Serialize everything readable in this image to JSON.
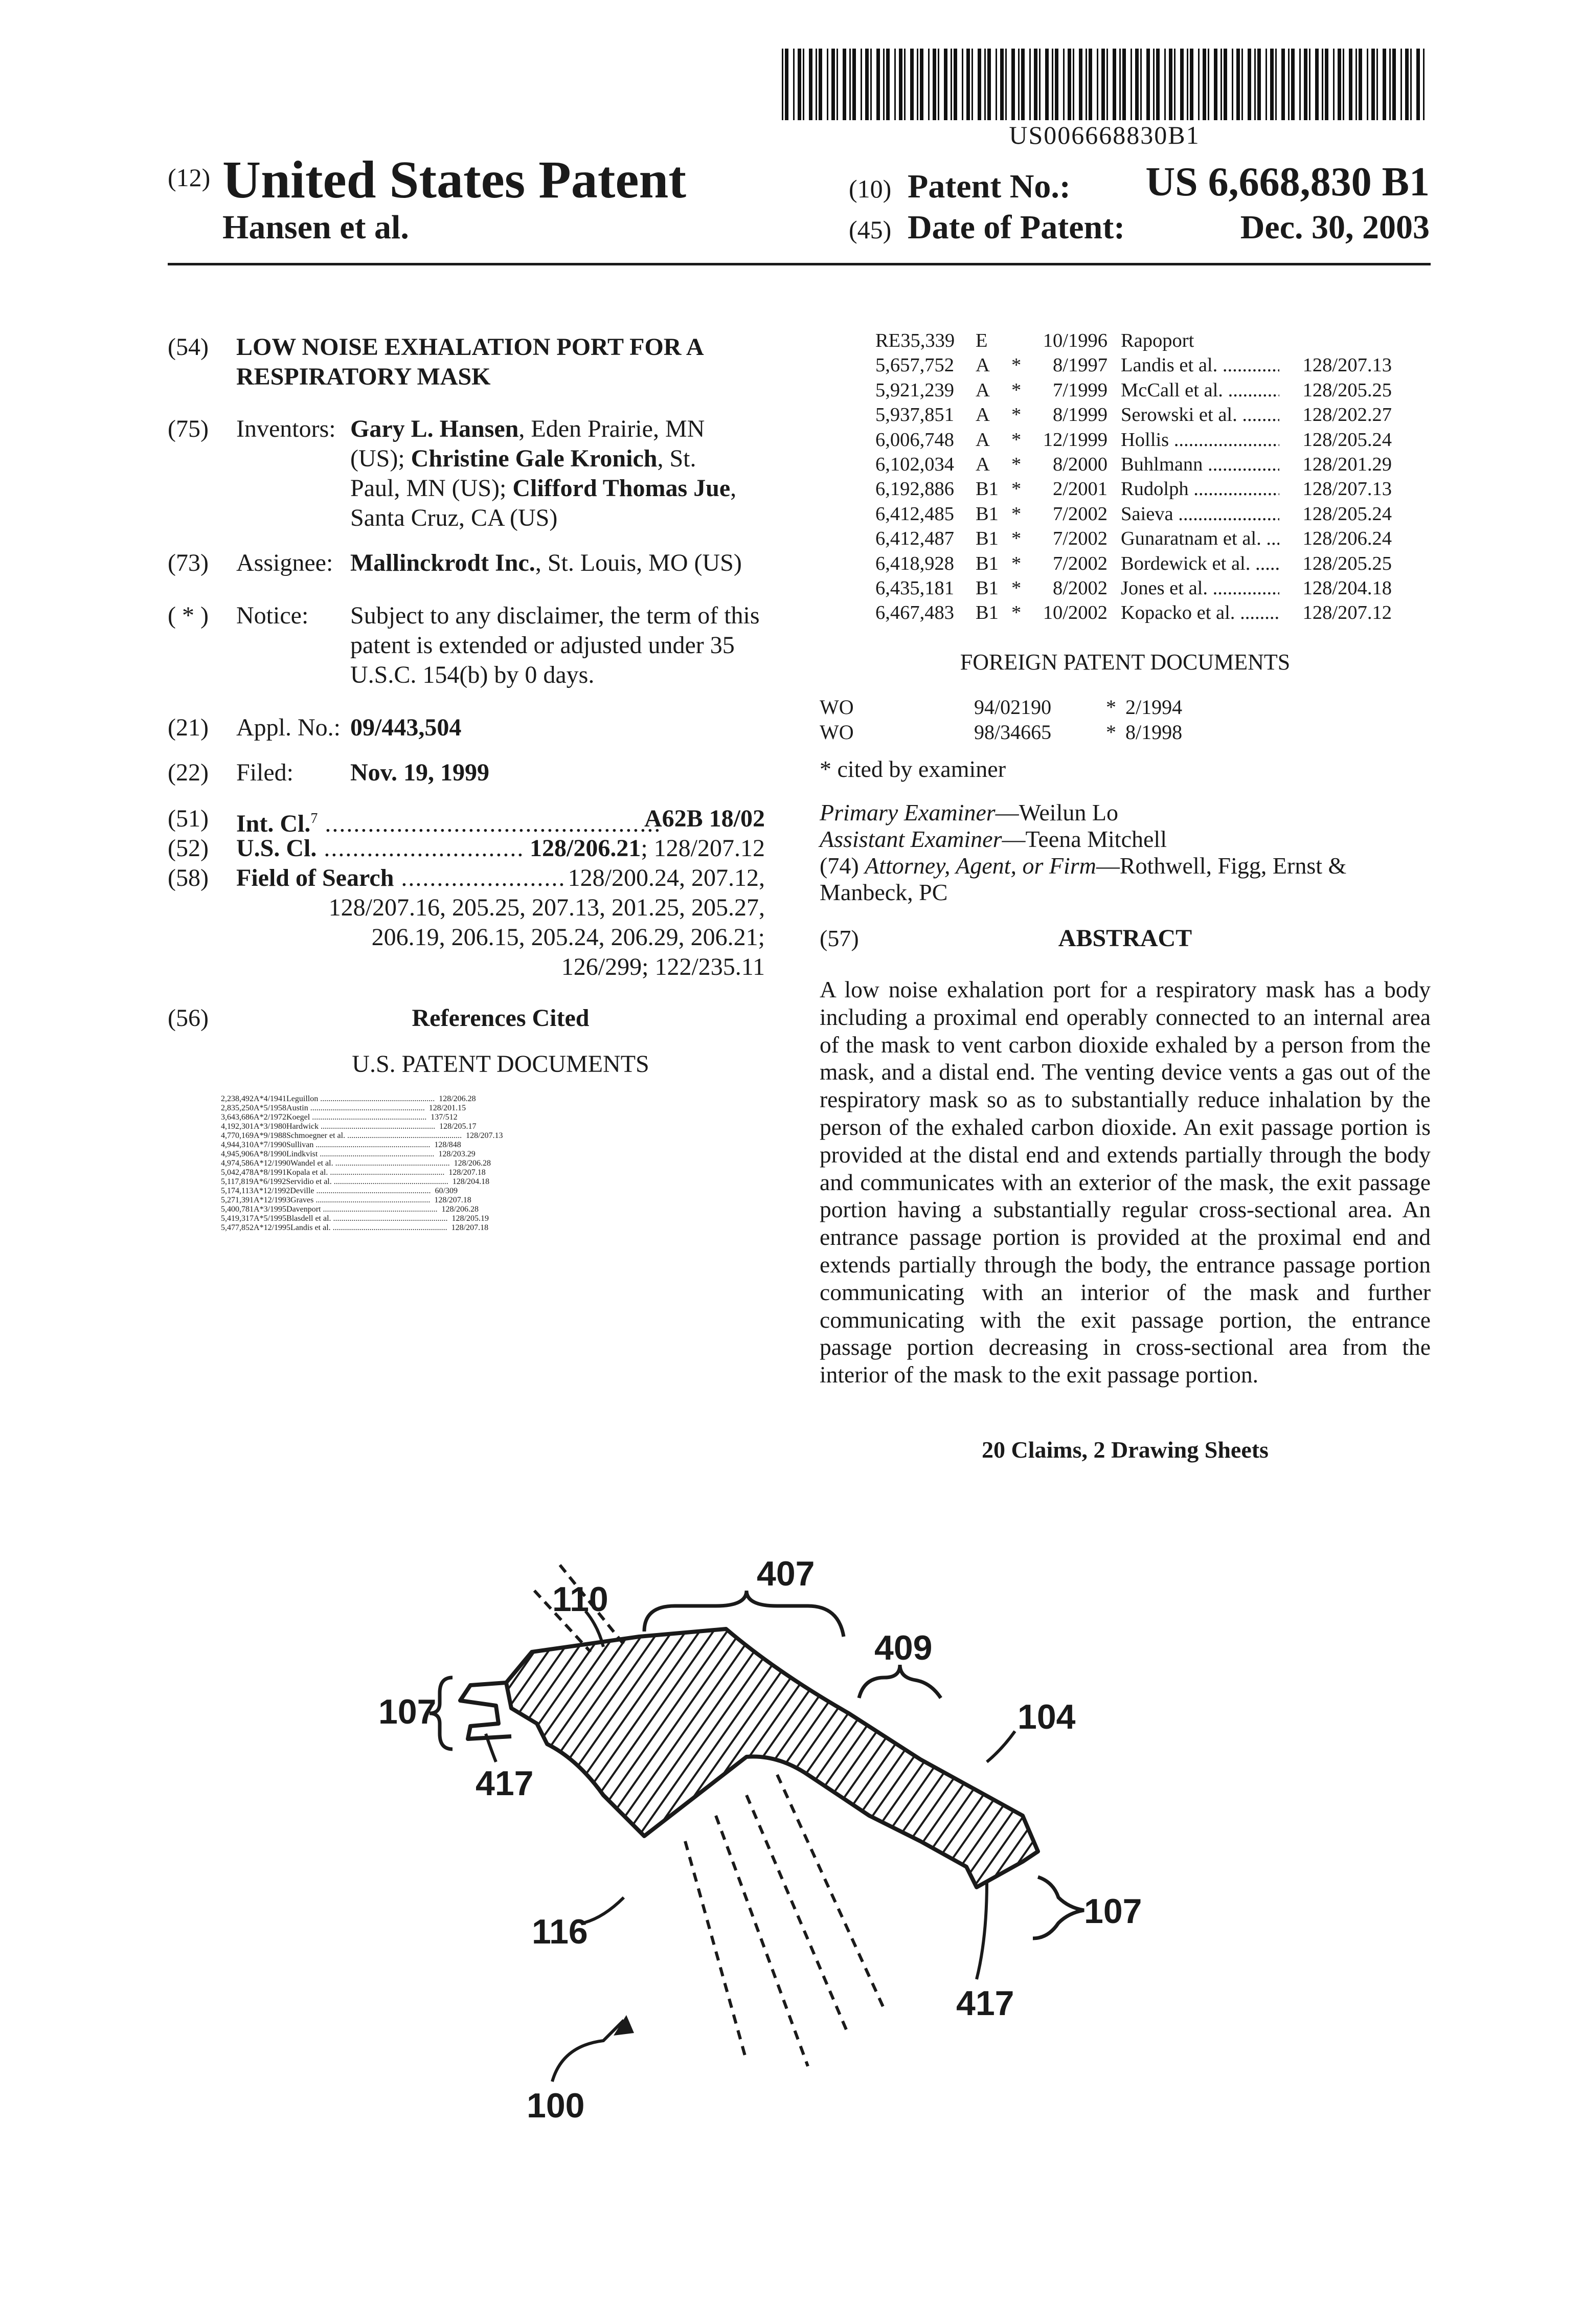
{
  "barcode_text": "US006668830B1",
  "header": {
    "code_12": "(12)",
    "doc_type": "United States Patent",
    "inventor_short": "Hansen et al.",
    "code_10": "(10)",
    "patent_no_label": "Patent No.:",
    "patent_no": "US 6,668,830 B1",
    "code_45": "(45)",
    "date_label": "Date of Patent:",
    "date": "Dec. 30, 2003"
  },
  "biblio": {
    "title_code": "(54)",
    "title_line1": "LOW NOISE EXHALATION PORT FOR A",
    "title_line2": "RESPIRATORY MASK",
    "inventors_code": "(75)",
    "inventors_label": "Inventors:",
    "inv1_name": "Gary L. Hansen",
    "inv1_loc": ", Eden Prairie, MN",
    "inv2_pre": "(US); ",
    "inv2_name": "Christine Gale Kronich",
    "inv2_loc": ", St.",
    "inv3_pre": "Paul, MN (US); ",
    "inv3_name": "Clifford Thomas Jue",
    "inv3_loc": ",",
    "inv3_loc2": "Santa Cruz, CA (US)",
    "assignee_code": "(73)",
    "assignee_label": "Assignee:",
    "assignee_name": "Mallinckrodt Inc.",
    "assignee_loc": ", St. Louis, MO (US)",
    "notice_code": "( * )",
    "notice_label": "Notice:",
    "notice_line1": "Subject to any disclaimer, the term of this",
    "notice_line2": "patent is extended or adjusted under 35",
    "notice_line3": "U.S.C. 154(b) by 0 days.",
    "appl_code": "(21)",
    "appl_label": "Appl. No.:",
    "appl_no": "09/443,504",
    "filed_code": "(22)",
    "filed_label": "Filed:",
    "filed_date": "Nov. 19, 1999",
    "intcl_code": "(51)",
    "intcl_label": "Int. Cl.",
    "intcl_sup": "7",
    "intcl_dots": " ...............................................",
    "intcl_value": "A62B 18/02",
    "uscl_code": "(52)",
    "uscl_label": "U.S. Cl.",
    "uscl_dots": " ............................",
    "uscl_value_bold": "128/206.21",
    "uscl_value_rest": "; 128/207.12",
    "fos_code": "(58)",
    "fos_label": "Field of Search",
    "fos_dots": " .......................",
    "fos_value1": "128/200.24, 207.12,",
    "fos_line2": "128/207.16, 205.25, 207.13, 201.25, 205.27,",
    "fos_line3": "206.19, 206.15, 205.24, 206.29, 206.21;",
    "fos_line4": "126/299; 122/235.11",
    "refs_code": "(56)",
    "refs_heading": "References Cited",
    "us_docs_heading": "U.S. PATENT DOCUMENTS"
  },
  "us_patents_left": [
    {
      "num": "2,238,492",
      "kind": "A",
      "star": "*",
      "date": "4/1941",
      "name": "Leguillon",
      "cls": "128/206.28"
    },
    {
      "num": "2,835,250",
      "kind": "A",
      "star": "*",
      "date": "5/1958",
      "name": "Austin",
      "cls": "128/201.15"
    },
    {
      "num": "3,643,686",
      "kind": "A",
      "star": "*",
      "date": "2/1972",
      "name": "Koegel",
      "cls": "137/512"
    },
    {
      "num": "4,192,301",
      "kind": "A",
      "star": "*",
      "date": "3/1980",
      "name": "Hardwick",
      "cls": "128/205.17"
    },
    {
      "num": "4,770,169",
      "kind": "A",
      "star": "*",
      "date": "9/1988",
      "name": "Schmoegner et al.",
      "cls": "128/207.13"
    },
    {
      "num": "4,944,310",
      "kind": "A",
      "star": "*",
      "date": "7/1990",
      "name": "Sullivan",
      "cls": "128/848"
    },
    {
      "num": "4,945,906",
      "kind": "A",
      "star": "*",
      "date": "8/1990",
      "name": "Lindkvist",
      "cls": "128/203.29"
    },
    {
      "num": "4,974,586",
      "kind": "A",
      "star": "*",
      "date": "12/1990",
      "name": "Wandel et al.",
      "cls": "128/206.28"
    },
    {
      "num": "5,042,478",
      "kind": "A",
      "star": "*",
      "date": "8/1991",
      "name": "Kopala et al.",
      "cls": "128/207.18"
    },
    {
      "num": "5,117,819",
      "kind": "A",
      "star": "*",
      "date": "6/1992",
      "name": "Servidio et al.",
      "cls": "128/204.18"
    },
    {
      "num": "5,174,113",
      "kind": "A",
      "star": "*",
      "date": "12/1992",
      "name": "Deville",
      "cls": "60/309"
    },
    {
      "num": "5,271,391",
      "kind": "A",
      "star": "*",
      "date": "12/1993",
      "name": "Graves",
      "cls": "128/207.18"
    },
    {
      "num": "5,400,781",
      "kind": "A",
      "star": "*",
      "date": "3/1995",
      "name": "Davenport",
      "cls": "128/206.28"
    },
    {
      "num": "5,419,317",
      "kind": "A",
      "star": "*",
      "date": "5/1995",
      "name": "Blasdell et al.",
      "cls": "128/205.19"
    },
    {
      "num": "5,477,852",
      "kind": "A",
      "star": "*",
      "date": "12/1995",
      "name": "Landis et al.",
      "cls": "128/207.18"
    }
  ],
  "us_patents_right": [
    {
      "num": "RE35,339",
      "kind": "E",
      "star": "",
      "date": "10/1996",
      "name": "Rapoport",
      "cls": ""
    },
    {
      "num": "5,657,752",
      "kind": "A",
      "star": "*",
      "date": "8/1997",
      "name": "Landis et al.",
      "cls": "128/207.13"
    },
    {
      "num": "5,921,239",
      "kind": "A",
      "star": "*",
      "date": "7/1999",
      "name": "McCall et al.",
      "cls": "128/205.25"
    },
    {
      "num": "5,937,851",
      "kind": "A",
      "star": "*",
      "date": "8/1999",
      "name": "Serowski et al.",
      "cls": "128/202.27"
    },
    {
      "num": "6,006,748",
      "kind": "A",
      "star": "*",
      "date": "12/1999",
      "name": "Hollis",
      "cls": "128/205.24"
    },
    {
      "num": "6,102,034",
      "kind": "A",
      "star": "*",
      "date": "8/2000",
      "name": "Buhlmann",
      "cls": "128/201.29"
    },
    {
      "num": "6,192,886",
      "kind": "B1",
      "star": "*",
      "date": "2/2001",
      "name": "Rudolph",
      "cls": "128/207.13"
    },
    {
      "num": "6,412,485",
      "kind": "B1",
      "star": "*",
      "date": "7/2002",
      "name": "Saieva",
      "cls": "128/205.24"
    },
    {
      "num": "6,412,487",
      "kind": "B1",
      "star": "*",
      "date": "7/2002",
      "name": "Gunaratnam et al.",
      "cls": "128/206.24"
    },
    {
      "num": "6,418,928",
      "kind": "B1",
      "star": "*",
      "date": "7/2002",
      "name": "Bordewick et al.",
      "cls": "128/205.25"
    },
    {
      "num": "6,435,181",
      "kind": "B1",
      "star": "*",
      "date": "8/2002",
      "name": "Jones et al.",
      "cls": "128/204.18"
    },
    {
      "num": "6,467,483",
      "kind": "B1",
      "star": "*",
      "date": "10/2002",
      "name": "Kopacko et al.",
      "cls": "128/207.12"
    }
  ],
  "foreign": {
    "heading": "FOREIGN PATENT DOCUMENTS",
    "rows": [
      {
        "country": "WO",
        "num": "94/02190",
        "star": "*",
        "date": "2/1994"
      },
      {
        "country": "WO",
        "num": "98/34665",
        "star": "*",
        "date": "8/1998"
      }
    ]
  },
  "examiners": {
    "cited_note": "* cited by examiner",
    "primary_label": "Primary Examiner",
    "primary_name": "—Weilun Lo",
    "assistant_label": "Assistant Examiner",
    "assistant_name": "—Teena Mitchell",
    "attorney_code": "(74) ",
    "attorney_label": "Attorney, Agent, or Firm",
    "attorney_line1": "—Rothwell, Figg, Ernst &",
    "attorney_line2": "Manbeck, PC"
  },
  "abstract": {
    "code": "(57)",
    "heading": "ABSTRACT",
    "text": "A low noise exhalation port for a respiratory mask has a body including a proximal end operably connected to an internal area of the mask to vent carbon dioxide exhaled by a person from the mask, and a distal end. The venting device vents a gas out of the respiratory mask so as to substantially reduce inhalation by the person of the exhaled carbon dioxide. An exit passage portion is provided at the distal end and extends partially through the body and communicates with an exterior of the mask, the exit passage portion having a substantially regular cross-sectional area. An entrance passage portion is provided at the proximal end and extends partially through the body, the entrance passage portion communicating with an interior of the mask and further communicating with the exit passage portion, the entrance passage portion decreasing in cross-sectional area from the interior of the mask to the exit passage portion.",
    "claims": "20 Claims, 2 Drawing Sheets"
  },
  "drawing_labels": {
    "l110": "110",
    "l407": "407",
    "l409": "409",
    "l107_left": "107",
    "l104": "104",
    "l417_left": "417",
    "l116": "116",
    "l107_right": "107",
    "l417_right": "417",
    "l100": "100"
  }
}
